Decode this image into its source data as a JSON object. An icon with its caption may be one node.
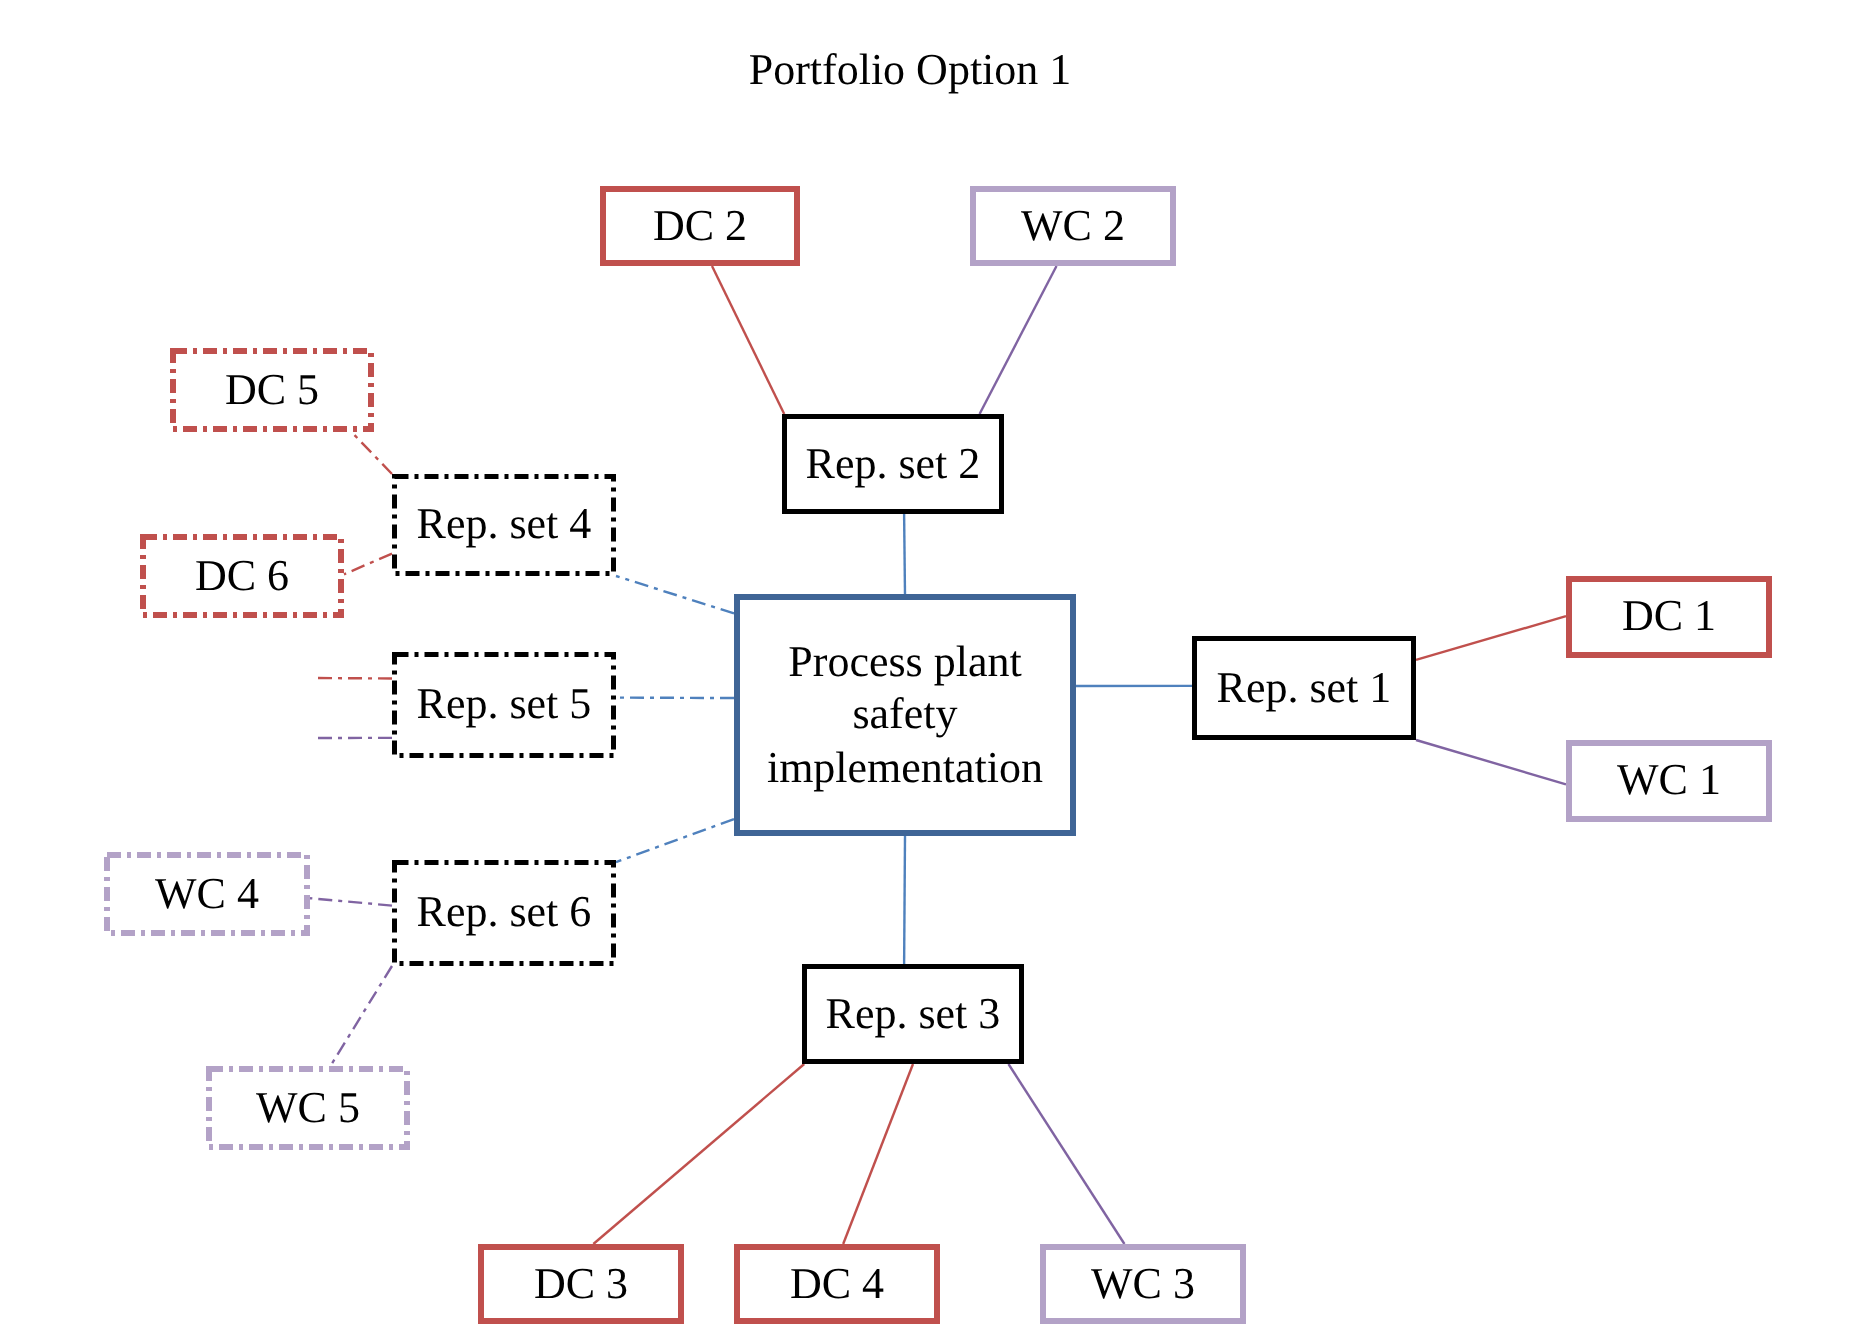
{
  "diagram": {
    "title": "Portfolio Option 1",
    "nodes": [
      {
        "text": [
          "DC 2"
        ]
      },
      {
        "text": [
          "WC 2"
        ]
      },
      {
        "text": [
          "DC 5"
        ]
      },
      {
        "text": [
          "Rep. set 2"
        ]
      },
      {
        "text": [
          "Rep. set 4"
        ]
      },
      {
        "text": [
          "DC 6"
        ]
      },
      {
        "text": [
          "Process plant safety implementation"
        ]
      },
      {
        "text": [
          "DC 1"
        ]
      },
      {
        "text": [
          "Rep. set 5"
        ]
      },
      {
        "text": [
          "Rep. set 1"
        ]
      },
      {
        "text": [
          "WC 1"
        ]
      },
      {
        "text": [
          "WC 4"
        ]
      },
      {
        "text": [
          "Rep. set 6"
        ]
      },
      {
        "text": [
          "Rep. set 3"
        ]
      },
      {
        "text": [
          "WC 5"
        ]
      },
      {
        "text": [
          "DC 3"
        ]
      },
      {
        "text": [
          "DC 4"
        ]
      },
      {
        "text": [
          "WC 3"
        ]
      }
    ],
    "edges": [
      {
        "from": 3,
        "to": 0,
        "arrow": "none",
        "color": "#c0504d"
      },
      {
        "from": 3,
        "to": 1,
        "arrow": "none",
        "color": "#8064a2"
      },
      {
        "from": 6,
        "to": 3,
        "arrow": "none",
        "color": "#4f81bd"
      },
      {
        "from": 6,
        "to": 9,
        "arrow": "none",
        "color": "#4f81bd"
      },
      {
        "from": 9,
        "to": 7,
        "arrow": "none",
        "color": "#c0504d"
      },
      {
        "from": 9,
        "to": 10,
        "arrow": "none",
        "color": "#8064a2"
      },
      {
        "from": 6,
        "to": 13,
        "arrow": "none",
        "color": "#4f81bd"
      },
      {
        "from": 13,
        "to": 15,
        "arrow": "none",
        "color": "#c0504d"
      },
      {
        "from": 13,
        "to": 16,
        "arrow": "none",
        "color": "#c0504d"
      },
      {
        "from": 13,
        "to": 17,
        "arrow": "none",
        "color": "#8064a2"
      },
      {
        "from": 6,
        "to": 4,
        "arrow": "none",
        "style": "dashed",
        "color": "#4f81bd"
      },
      {
        "from": 6,
        "to": 8,
        "arrow": "none",
        "style": "dashed",
        "color": "#4f81bd"
      },
      {
        "from": 6,
        "to": 12,
        "arrow": "none",
        "style": "dashed",
        "color": "#4f81bd"
      },
      {
        "from": 4,
        "to": 2,
        "arrow": "none",
        "style": "dashed",
        "color": "#c0504d"
      },
      {
        "from": 4,
        "to": 5,
        "arrow": "none",
        "style": "dashed",
        "color": "#c0504d"
      },
      {
        "from": 8,
        "to": null,
        "arrow": "none",
        "style": "dashed",
        "color": "#c0504d"
      },
      {
        "from": 8,
        "to": null,
        "arrow": "none",
        "style": "dashed",
        "color": "#8064a2"
      },
      {
        "from": 12,
        "to": 11,
        "arrow": "none",
        "style": "dashed",
        "color": "#8064a2"
      },
      {
        "from": 12,
        "to": 14,
        "arrow": "none",
        "style": "dashed",
        "color": "#8064a2"
      }
    ]
  }
}
